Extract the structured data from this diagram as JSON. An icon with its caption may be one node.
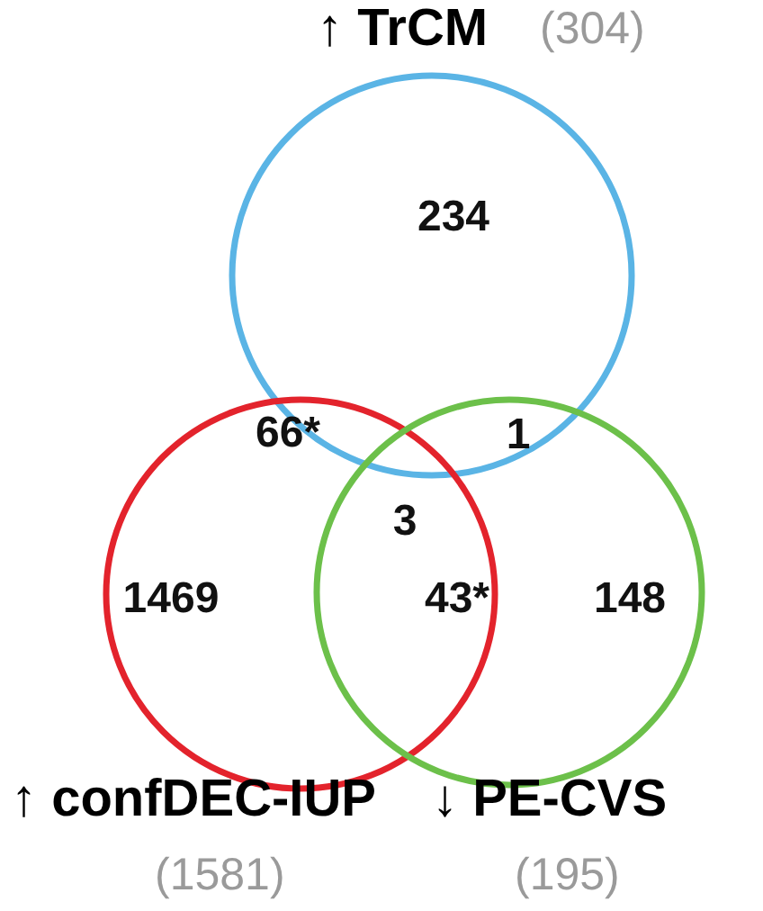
{
  "diagram": {
    "nodes": [
      {
        "text": [
          "↑ **TrCM**",
          "(304)"
        ]
      },
      {
        "text": [
          "↑ **confDEC-IUP**",
          "(1581)"
        ]
      },
      {
        "text": [
          "↓ **PE-CVS**",
          "(195)"
        ]
      }
    ],
    "labels": [
      "234",
      "66*",
      "1",
      "3",
      "1469",
      "43*",
      "148"
    ]
  }
}
